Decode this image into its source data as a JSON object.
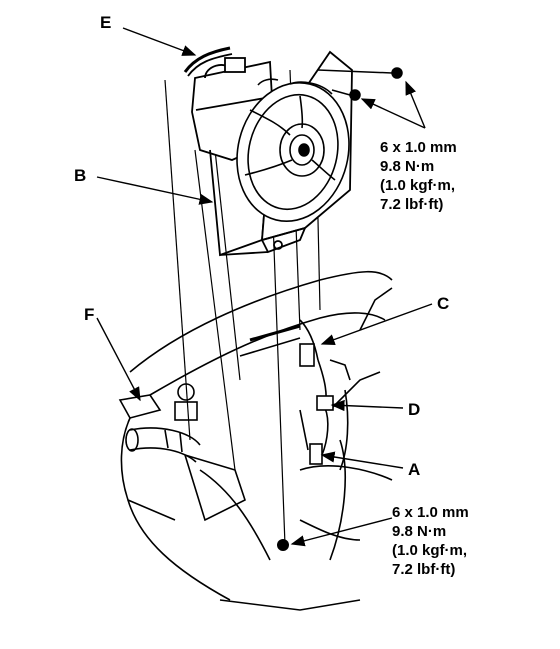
{
  "callouts": {
    "A": "A",
    "B": "B",
    "C": "C",
    "D": "D",
    "E": "E",
    "F": "F"
  },
  "torque_upper": {
    "size": "6 x 1.0 mm",
    "torque_nm": "9.8 N·m",
    "torque_kgf": "(1.0 kgf·m,",
    "torque_lbf": "7.2 lbf·ft)"
  },
  "torque_lower": {
    "size": "6 x 1.0 mm",
    "torque_nm": "9.8 N·m",
    "torque_kgf": "(1.0 kgf·m,",
    "torque_lbf": "7.2 lbf·ft)"
  }
}
